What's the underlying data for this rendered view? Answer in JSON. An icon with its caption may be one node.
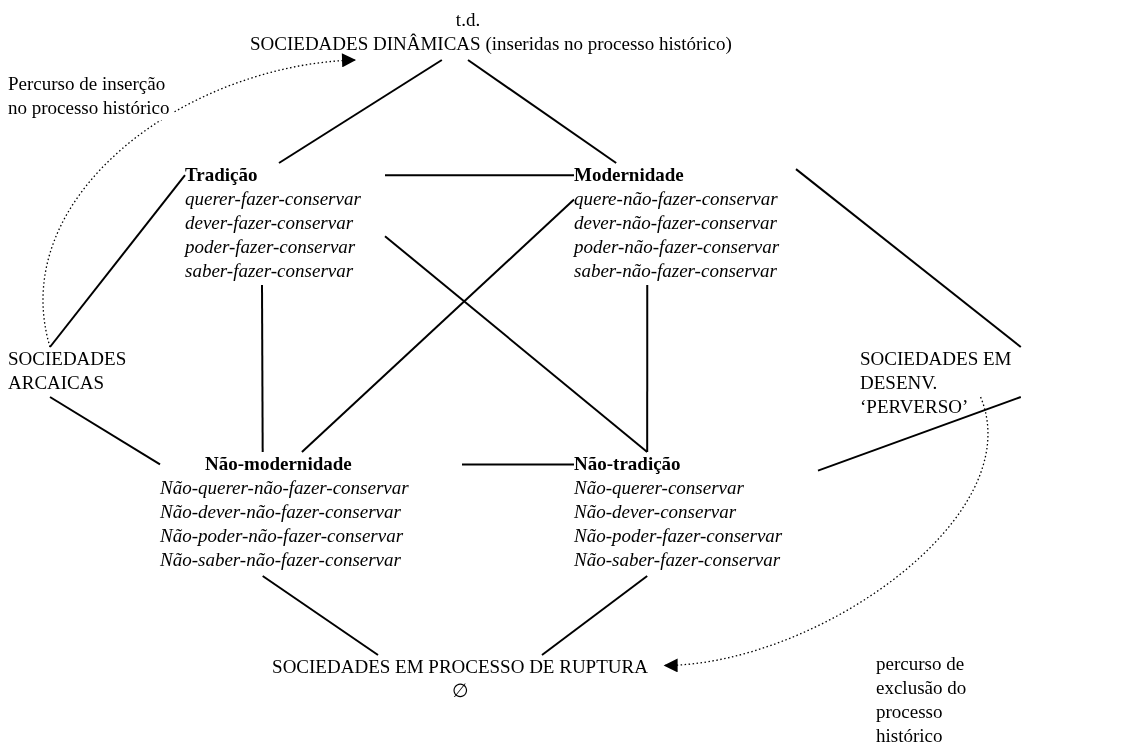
{
  "diagram": {
    "nodes": [
      {
        "text": [
          "t.d.",
          "SOCIEDADES DINÂMICAS (inseridas no processo histórico)"
        ]
      },
      {
        "text": [
          "Tradição",
          "querer-fazer-conservar",
          "dever-fazer-conservar",
          "poder-fazer-conservar",
          "saber-fazer-conservar"
        ]
      },
      {
        "text": [
          "Modernidade",
          "quere-não-fazer-conservar",
          "dever-não-fazer-conservar",
          "poder-não-fazer-conservar",
          "saber-não-fazer-conservar"
        ]
      },
      {
        "text": [
          "SOCIEDADES ARCAICAS"
        ]
      },
      {
        "text": [
          "SOCIEDADES EM DESENV. ‘PERVERSO’"
        ]
      },
      {
        "text": [
          "Não-modernidade",
          "Não-querer-não-fazer-conservar",
          "Não-dever-não-fazer-conservar",
          "Não-poder-não-fazer-conservar",
          "Não-saber-não-fazer-conservar"
        ]
      },
      {
        "text": [
          "Não-tradição",
          "Não-querer-conservar",
          "Não-dever-conservar",
          "Não-poder-fazer-conservar",
          "Não-saber-fazer-conservar"
        ]
      },
      {
        "text": [
          "SOCIEDADES EM PROCESSO DE RUPTURA",
          "∅"
        ]
      }
    ],
    "edges": [
      {
        "from": 0,
        "to": 1,
        "arrow": "none"
      },
      {
        "from": 0,
        "to": 2,
        "arrow": "none"
      },
      {
        "from": 1,
        "to": 2,
        "arrow": "none"
      },
      {
        "from": 1,
        "to": 3,
        "arrow": "none"
      },
      {
        "from": 2,
        "to": 4,
        "arrow": "none"
      },
      {
        "from": 1,
        "to": 6,
        "arrow": "none"
      },
      {
        "from": 2,
        "to": 5,
        "arrow": "none"
      },
      {
        "from": 1,
        "to": 5,
        "arrow": "none"
      },
      {
        "from": 2,
        "to": 6,
        "arrow": "none"
      },
      {
        "from": 3,
        "to": 5,
        "arrow": "none"
      },
      {
        "from": 5,
        "to": 6,
        "arrow": "none"
      },
      {
        "from": 4,
        "to": 6,
        "arrow": "none"
      },
      {
        "from": 5,
        "to": 7,
        "arrow": "none"
      },
      {
        "from": 6,
        "to": 7,
        "arrow": "none"
      },
      {
        "from": 3,
        "to": 0,
        "arrow": "to",
        "style": "dashed",
        "label": "Percurso de inserção no processo histórico"
      },
      {
        "from": 4,
        "to": 7,
        "arrow": "to",
        "style": "dashed",
        "label": "percurso de exclusão do processo histórico"
      }
    ]
  }
}
